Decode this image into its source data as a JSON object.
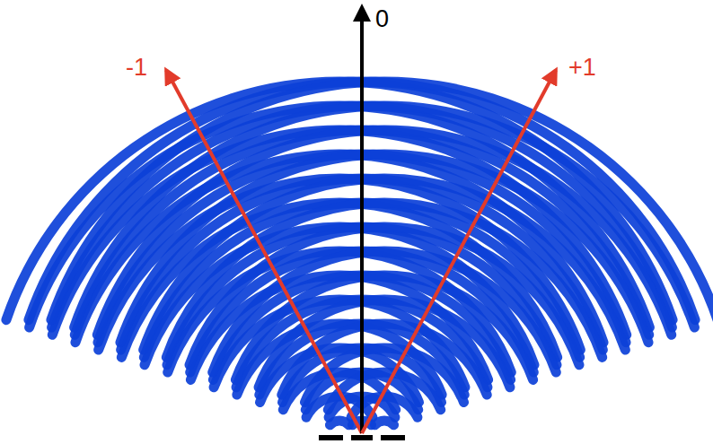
{
  "diagram": {
    "labels": [
      "-1",
      "0",
      "+1"
    ]
  }
}
